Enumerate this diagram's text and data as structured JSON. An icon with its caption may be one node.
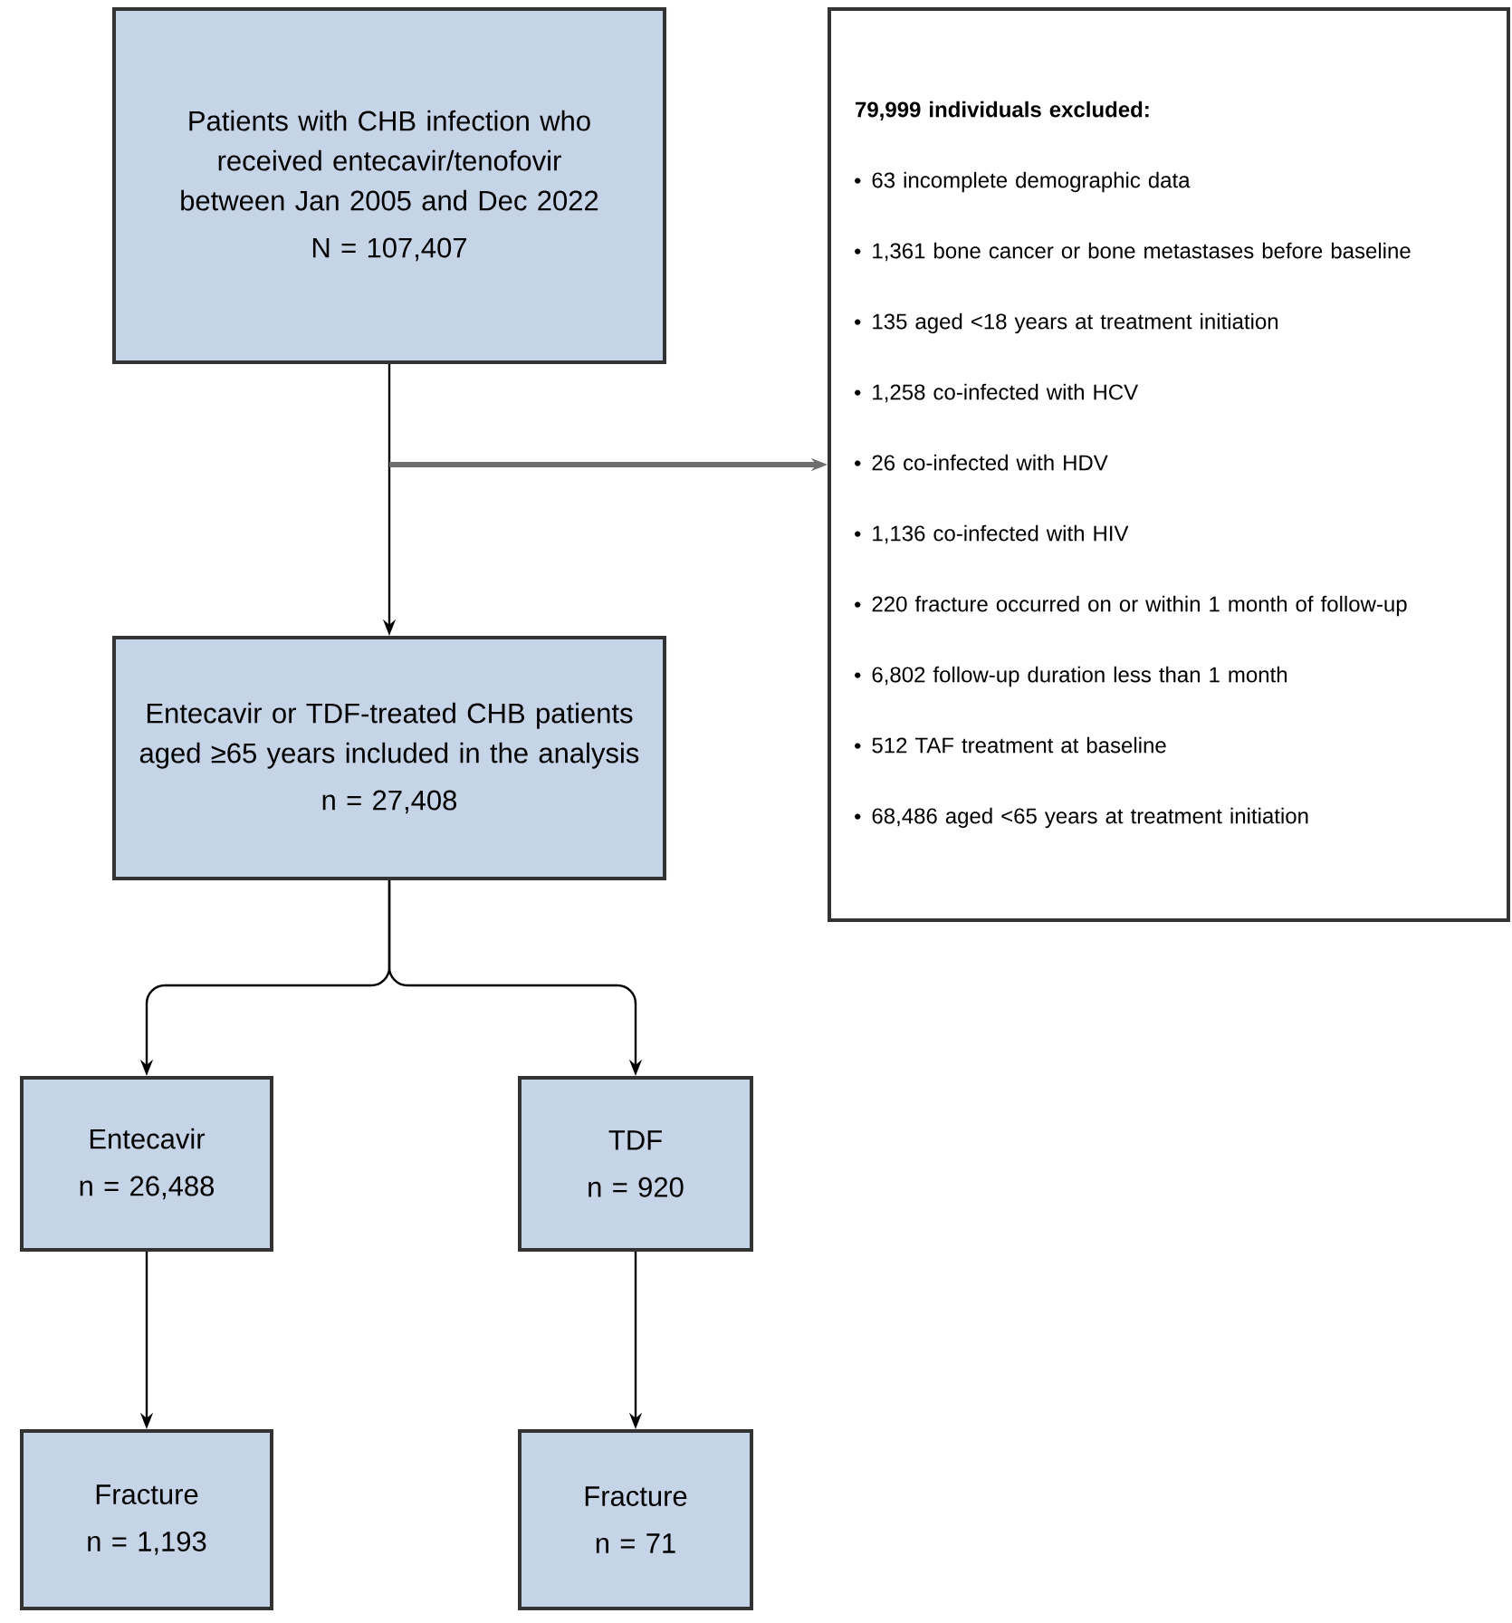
{
  "diagram": {
    "nodes": [
      {
        "text": [
          "Patients with CHB infection who received entecavir/tenofovir between Jan 2005 and Dec 2022",
          "N = 107,407"
        ]
      },
      {
        "text": [
          "79,999 individuals excluded:",
          "63 incomplete demographic data",
          "1,361 bone cancer or bone metastases before baseline",
          "135 aged <18 years at treatment initiation",
          "1,258 co-infected with HCV",
          "26 co-infected with HDV",
          "1,136 co-infected with HIV",
          "220 fracture occurred on or within 1 month of follow-up",
          "6,802 follow-up duration less than 1 month",
          "512 TAF treatment at baseline",
          "68,486 aged <65 years at treatment initiation"
        ]
      },
      {
        "text": [
          "Entecavir or TDF-treated CHB patients aged ≥65 years included in the analysis",
          "n = 27,408"
        ]
      },
      {
        "text": [
          "Entecavir",
          "n = 26,488"
        ]
      },
      {
        "text": [
          "TDF",
          "n = 920"
        ]
      },
      {
        "text": [
          "Fracture",
          "n = 1,193"
        ]
      },
      {
        "text": [
          "Fracture",
          "n = 71"
        ]
      }
    ],
    "edges": [
      {
        "from": 0,
        "to": 2,
        "arrow": "to"
      },
      {
        "from": 0,
        "to": 1,
        "arrow": "to",
        "style": "thick",
        "color": "#6e6e6e"
      },
      {
        "from": 2,
        "to": 3,
        "arrow": "to"
      },
      {
        "from": 2,
        "to": 4,
        "arrow": "to"
      },
      {
        "from": 3,
        "to": 5,
        "arrow": "to"
      },
      {
        "from": 4,
        "to": 6,
        "arrow": "to"
      }
    ]
  }
}
